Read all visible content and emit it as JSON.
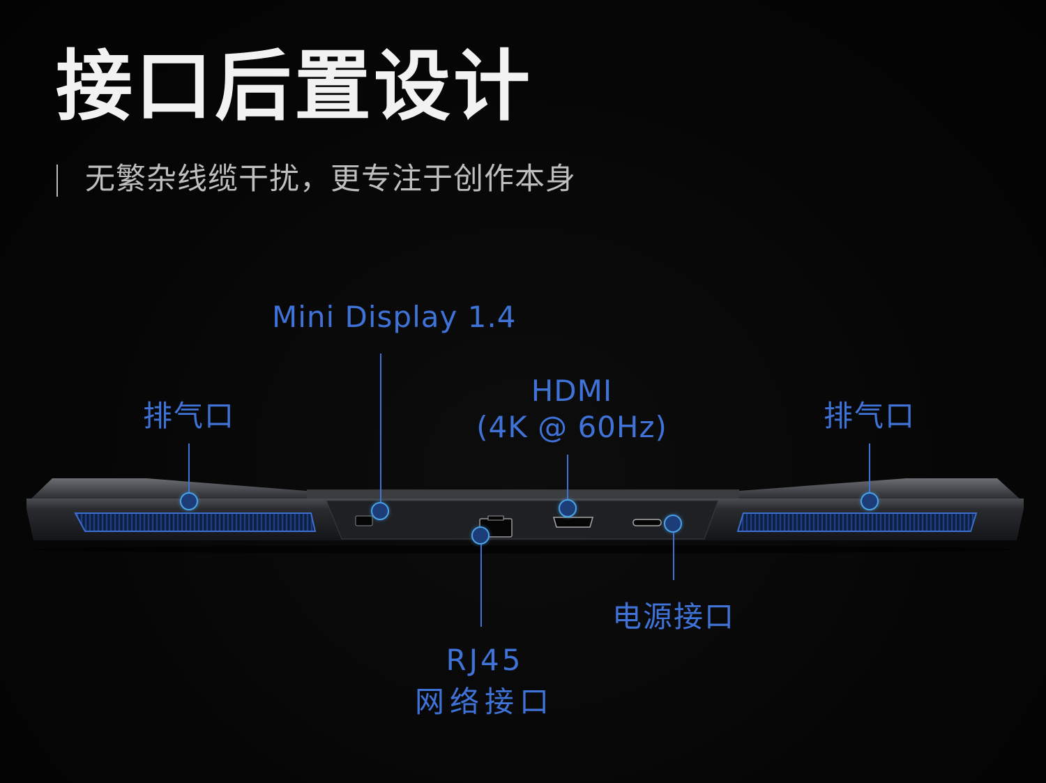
{
  "title": "接口后置设计",
  "subtitle": "无繁杂线缆干扰，更专注于创作本身",
  "callouts": {
    "vent_left": "排气口",
    "mini_display": "Mini Display 1.4",
    "hdmi_line1": "HDMI",
    "hdmi_line2": "(4K @ 60Hz)",
    "vent_right": "排气口",
    "power": "电源接口",
    "rj45_line1": "RJ45",
    "rj45_line2": "网络接口"
  },
  "colors": {
    "accent": "#3f73d8",
    "title": "#f2f2f2",
    "subtitle": "#bfbfbf",
    "background": "#050505"
  }
}
